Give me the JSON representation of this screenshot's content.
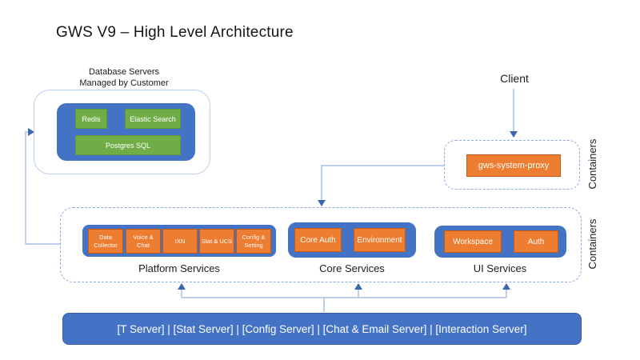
{
  "title": "GWS V9 – High Level Architecture",
  "client": {
    "label": "Client"
  },
  "database_group": {
    "label_line1": "Database Servers",
    "label_line2": "Managed by Customer",
    "nodes": [
      "Redis",
      "Elastic Search",
      "Postgres SQL"
    ]
  },
  "proxy_container": {
    "side_label": "Containers",
    "node": "gws-system-proxy"
  },
  "services_container": {
    "side_label": "Containers",
    "groups": [
      {
        "name": "Platform Services",
        "nodes": [
          "Data Collector",
          "Voice & Chat",
          "IXN",
          "Stat & UCS",
          "Config & Setting"
        ]
      },
      {
        "name": "Core Services",
        "nodes": [
          "Core Auth",
          "Environment"
        ]
      },
      {
        "name": "UI Services",
        "nodes": [
          "Workspace",
          "Auth"
        ]
      }
    ]
  },
  "backend_bar": {
    "label": "[T Server] | [Stat Server] | [Config Server] | [Chat & Email Server] | [Interaction Server]"
  },
  "connections": [
    {
      "from": "Client",
      "to": "gws-system-proxy container"
    },
    {
      "from": "gws-system-proxy container",
      "to": "services container"
    },
    {
      "from": "services container",
      "to": "Database Servers"
    },
    {
      "from": "backend servers bar",
      "to": "Platform Services"
    },
    {
      "from": "backend servers bar",
      "to": "Core Services"
    },
    {
      "from": "backend servers bar",
      "to": "UI Services"
    }
  ],
  "colors": {
    "primary_blue": "#4472c4",
    "green": "#70ad47",
    "orange": "#ed7d31",
    "connector_line": "#a9bde5",
    "arrowhead": "#3b66b0",
    "dashed_border": "#8faadc"
  }
}
